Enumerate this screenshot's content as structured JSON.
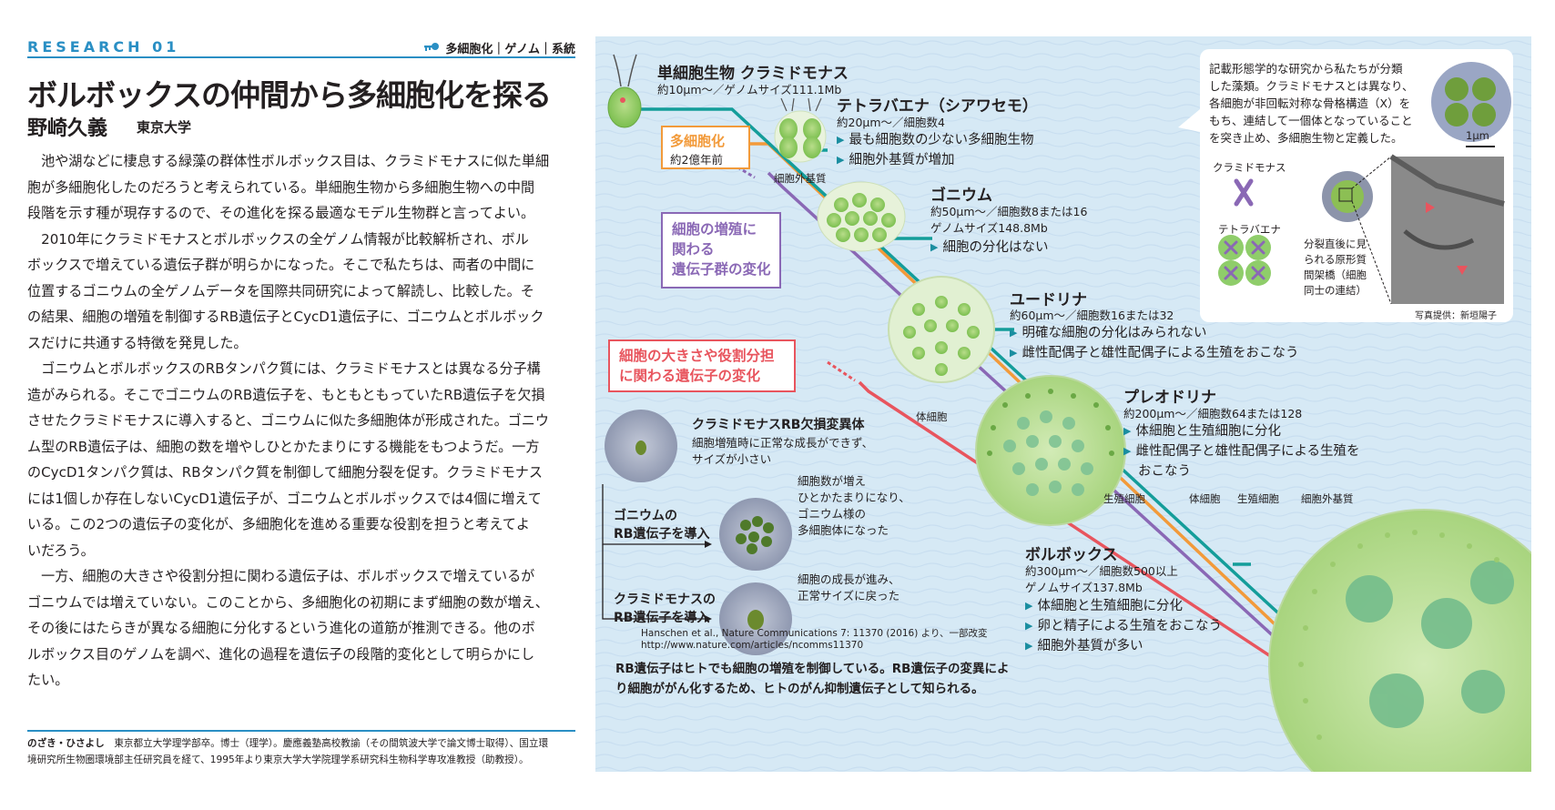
{
  "header": {
    "section": "RESEARCH 01",
    "tags": "多細胞化｜ゲノム｜系統",
    "title": "ボルボックスの仲間から多細胞化を探る",
    "author": "野崎久義",
    "affiliation": "東京大学"
  },
  "body_lines": [
    "　池や湖などに棲息する緑藻の群体性ボルボックス目は、クラミドモナスに似た単細",
    "胞が多細胞化したのだろうと考えられている。単細胞生物から多細胞生物への中間",
    "段階を示す種が現存するので、その進化を探る最適なモデル生物群と言ってよい。",
    "　2010年にクラミドモナスとボルボックスの全ゲノム情報が比較解析され、ボル",
    "ボックスで増えている遺伝子群が明らかになった。そこで私たちは、両者の中間に",
    "位置するゴニウムの全ゲノムデータを国際共同研究によって解読し、比較した。そ",
    "の結果、細胞の増殖を制御するRB遺伝子とCycD1遺伝子に、ゴニウムとボルボック",
    "スだけに共通する特徴を発見した。",
    "　ゴニウムとボルボックスのRBタンパク質には、クラミドモナスとは異なる分子構",
    "造がみられる。そこでゴニウムのRB遺伝子を、もともともっていたRB遺伝子を欠損",
    "させたクラミドモナスに導入すると、ゴニウムに似た多細胞体が形成された。ゴニウ",
    "ム型のRB遺伝子は、細胞の数を増やしひとかたまりにする機能をもつようだ。一方",
    "のCycD1タンパク質は、RBタンパク質を制御して細胞分裂を促す。クラミドモナス",
    "には1個しか存在しないCycD1遺伝子が、ゴニウムとボルボックスでは4個に増えて",
    "いる。この2つの遺伝子の変化が、多細胞化を進める重要な役割を担うと考えてよ",
    "いだろう。",
    "　一方、細胞の大きさや役割分担に関わる遺伝子は、ボルボックスで増えているが",
    "ゴニウムでは増えていない。このことから、多細胞化の初期にまず細胞の数が増え、",
    "その後にはたらきが異なる細胞に分化するという進化の道筋が推測できる。他のボ",
    "ルボックス目のゲノムを調べ、進化の過程を遺伝子の段階的変化として明らかにし",
    "たい。"
  ],
  "bio": {
    "name": "のざき・ひさよし",
    "line1": "東京都立大学理学部卒。博士（理学）。慶應義塾高校教諭（その間筑波大学で論文博士取得）、国立環",
    "line2": "境研究所生物圏環境部主任研究員を経て、1995年より東京大学大学院理学系研究科生物科学専攻准教授（助教授）。"
  },
  "figure": {
    "chlamy": {
      "name": "単細胞生物 クラミドモナス",
      "spec": "約10μm〜／ゲノムサイズ111.1Mb"
    },
    "multicell": {
      "label": "多細胞化",
      "when": "約2億年前"
    },
    "tetrabaena": {
      "name": "テトラバエナ（シアワセモ）",
      "spec": "約20μm〜／細胞数4",
      "bullets": [
        "最も細胞数の少ない多細胞生物",
        "細胞外基質が増加"
      ],
      "ecm_label": "細胞外基質"
    },
    "gonium": {
      "name": "ゴニウム",
      "spec1": "約50μm〜／細胞数8または16",
      "spec2": "ゲノムサイズ148.8Mb",
      "bullets": [
        "細胞の分化はない"
      ]
    },
    "eudorina": {
      "name": "ユードリナ",
      "spec": "約60μm〜／細胞数16または32",
      "bullets": [
        "明確な細胞の分化はみられない",
        "雌性配偶子と雄性配偶子による生殖をおこなう"
      ]
    },
    "pleodorina": {
      "name": "プレオドリナ",
      "spec": "約200μm〜／細胞数64または128",
      "bullets": [
        "体細胞と生殖細胞に分化",
        "雌性配偶子と雄性配偶子による生殖を",
        "おこなう"
      ],
      "somatic": "体細胞",
      "germ": "生殖細胞"
    },
    "volvox": {
      "name": "ボルボックス",
      "spec1": "約300μm〜／細胞数500以上",
      "spec2": "ゲノムサイズ137.8Mb",
      "bullets": [
        "体細胞と生殖細胞に分化",
        "卵と精子による生殖をおこなう",
        "細胞外基質が多い"
      ],
      "labels": [
        "体細胞",
        "生殖細胞",
        "細胞外基質"
      ]
    },
    "gene_box1": [
      "細胞の増殖に",
      "関わる",
      "遺伝子群の変化"
    ],
    "gene_box2": [
      "細胞の大きさや役割分担",
      "に関わる遺伝子の変化"
    ],
    "experiment": {
      "title": "クラミドモナスRB欠損変異体",
      "desc1": "細胞増殖時に正常な成長ができず、",
      "desc2": "サイズが小さい",
      "gonium_intro": [
        "ゴニウムの",
        "RB遺伝子を導入"
      ],
      "gonium_result": [
        "細胞数が増え",
        "ひとかたまりになり、",
        "ゴニウム様の",
        "多細胞体になった"
      ],
      "chlamy_intro": [
        "クラミドモナスの",
        "RB遺伝子を導入"
      ],
      "chlamy_result": [
        "細胞の成長が進み、",
        "正常サイズに戻った"
      ],
      "cite1": "Hanschen et al., Nature Communications 7: 11370 (2016) より、一部改変",
      "cite2": "http://www.nature.com/articles/ncomms11370"
    },
    "footnote": [
      "RB遺伝子はヒトでも細胞の増殖を制御している。RB遺伝子の変異によ",
      "り細胞ががん化するため、ヒトのがん抑制遺伝子として知られる。"
    ],
    "note": {
      "lines": [
        "記載形態学的な研究から私たちが分類",
        "した藻類。クラミドモナスとは異なり、",
        "各細胞が非回転対称な骨格構造（X）を",
        "もち、連結して一個体となっていること",
        "を突き止め、多細胞生物と定義した。"
      ],
      "scale": "1μm",
      "chlamy_label": "クラミドモナス",
      "tetra_label": "テトラバエナ",
      "bridge": [
        "分裂直後に見",
        "られる原形質",
        "間架橋（細胞",
        "同士の連結）"
      ],
      "credit": "写真提供：新垣陽子"
    }
  },
  "colors": {
    "accent": "#2a8fc4",
    "teal": "#149d9a",
    "orange": "#f29a3a",
    "purple": "#8a68b5",
    "red": "#e8555e",
    "bg": "#d6e9f5"
  }
}
